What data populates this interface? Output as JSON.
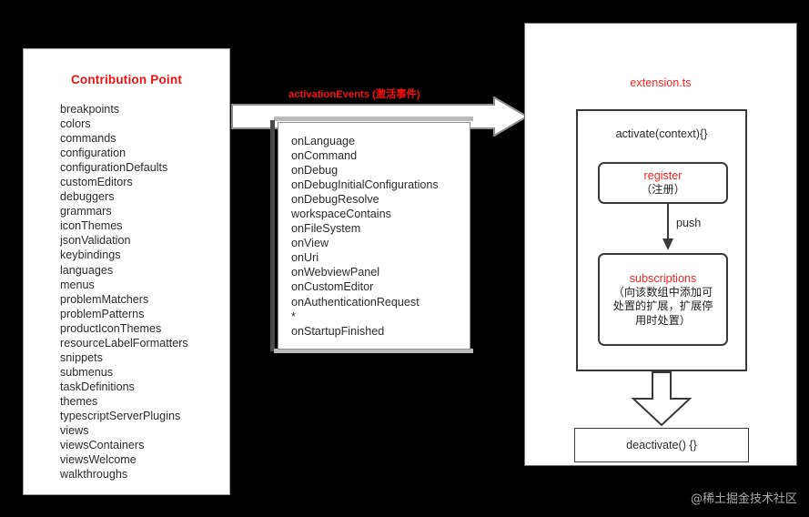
{
  "diagram": {
    "title": "VS Code Extension Contribution Point / Activation Events / extension.ts flow",
    "colors": {
      "background": "#000000",
      "panel": "#ffffff",
      "accent_red": "#fb2222",
      "title_red": "#f20f0f",
      "text": "#2b2b2b",
      "border": "#3a3a3a"
    }
  },
  "left_panel": {
    "title": "Contribution Point",
    "items": [
      "breakpoints",
      "colors",
      "commands",
      "configuration",
      "configurationDefaults",
      "customEditors",
      "debuggers",
      "grammars",
      "iconThemes",
      "jsonValidation",
      "keybindings",
      "languages",
      "menus",
      "problemMatchers",
      "problemPatterns",
      "productIconThemes",
      "resourceLabelFormatters",
      "snippets",
      "submenus",
      "taskDefinitions",
      "themes",
      "typescriptServerPlugins",
      "views",
      "viewsContainers",
      "viewsWelcome",
      "walkthroughs"
    ]
  },
  "connector": {
    "label": "activationEvents (激活事件)",
    "direction": "right"
  },
  "middle_panel": {
    "items": [
      "onLanguage",
      "onCommand",
      "onDebug",
      "onDebugInitialConfigurations",
      "onDebugResolve",
      "workspaceContains",
      "onFileSystem",
      "onView",
      "onUri",
      "onWebviewPanel",
      "onCustomEditor",
      "onAuthenticationRequest",
      "*",
      "onStartupFinished"
    ]
  },
  "right_panel": {
    "title": "extension.ts",
    "activate": {
      "label": "activate(context){}",
      "register": {
        "title": "register",
        "subtitle": "（注册）"
      },
      "push_label": "push",
      "subscriptions": {
        "title": "subscriptions",
        "subtitle_line1": "（向该数组中添加可",
        "subtitle_line2": "处置的扩展，扩展停",
        "subtitle_line3": "用时处置）"
      }
    },
    "deactivate": {
      "label": "deactivate() {}"
    }
  },
  "watermark": {
    "text": "@稀土掘金技术社区"
  }
}
